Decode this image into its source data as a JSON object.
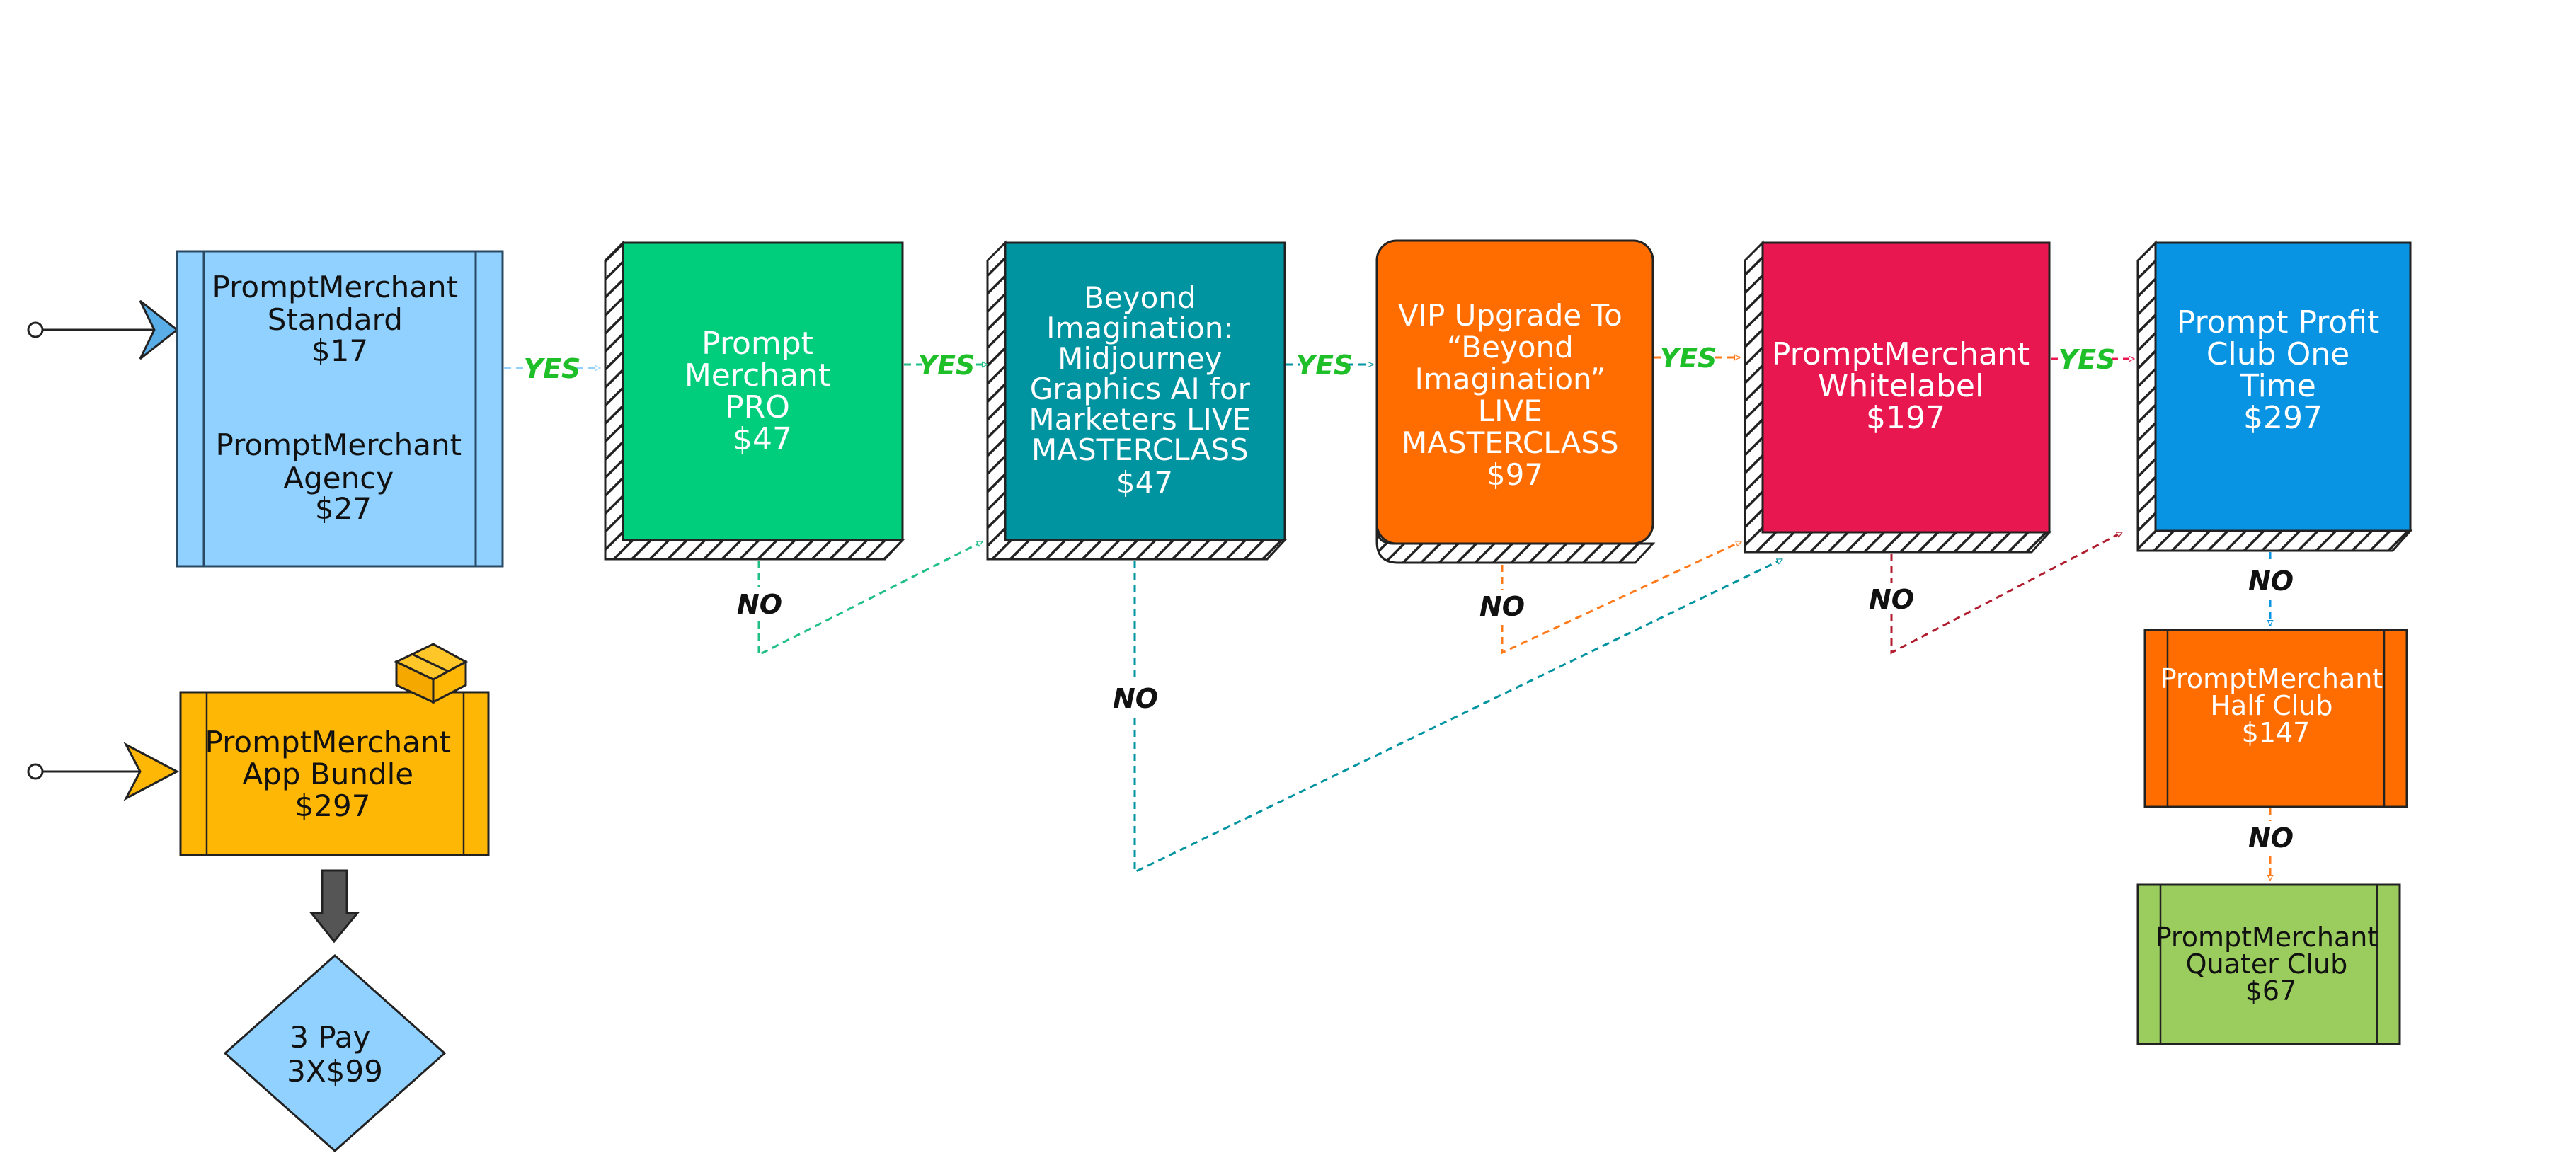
{
  "nodes": {
    "standard": {
      "lines": [
        "PromptMerchant",
        "Standard",
        "$17"
      ],
      "color": "#90d1ff",
      "text_color": "#111111"
    },
    "agency": {
      "lines": [
        "PromptMerchant",
        "Agency",
        "$27"
      ],
      "text_color": "#111111"
    },
    "pro": {
      "lines": [
        "Prompt",
        "Merchant",
        "PRO",
        "$47"
      ],
      "color": "#00ce7c",
      "text_color": "#ffffff"
    },
    "beyond": {
      "lines": [
        "Beyond",
        "Imagination:",
        "Midjourney",
        "Graphics AI for",
        "Marketers LIVE",
        "MASTERCLASS",
        "$47"
      ],
      "color": "#0093a0",
      "text_color": "#ffffff"
    },
    "vip": {
      "lines": [
        "VIP Upgrade To",
        "“Beyond",
        "Imagination”",
        "LIVE",
        "MASTERCLASS",
        "$97"
      ],
      "color": "#ff6d00",
      "text_color": "#ffffff"
    },
    "whitelabel": {
      "lines": [
        "PromptMerchant",
        "Whitelabel",
        "$197"
      ],
      "color": "#e8174f",
      "text_color": "#ffffff"
    },
    "profit_club": {
      "lines": [
        "Prompt Profit",
        "Club One",
        "Time",
        "$297"
      ],
      "color": "#0894e2",
      "text_color": "#ffffff"
    },
    "half_club": {
      "lines": [
        "PromptMerchant",
        "Half Club",
        "$147"
      ],
      "color": "#ff6d00",
      "text_color": "#ffffff"
    },
    "quarter_club": {
      "lines": [
        "PromptMerchant",
        "Quater Club",
        "$67"
      ],
      "color": "#9bcc5e",
      "text_color": "#111111"
    },
    "app_bundle": {
      "lines": [
        "PromptMerchant",
        "App Bundle",
        "$297"
      ],
      "color": "#ffb705",
      "text_color": "#111111"
    },
    "three_pay": {
      "lines": [
        "3 Pay",
        "3X$99"
      ],
      "color": "#90d1ff",
      "text_color": "#111111"
    }
  },
  "labels": {
    "yes": "YES",
    "no": "NO"
  },
  "colors": {
    "yes_label": "#1fbf2a",
    "no_label": "#111111",
    "edge_standard": "#90d1ff",
    "edge_pro": "#1fbf86",
    "edge_beyond": "#0093a0",
    "edge_vip": "#ff7a1a",
    "edge_whitelabel": "#b01c2e",
    "edge_profit": "#0894e2",
    "edge_half": "#ff7a1a",
    "edge_whitelabel_yes": "#e8174f",
    "arrow_entry_standard": "#5aaee8",
    "arrow_entry_bundle": "#ffb705",
    "arrow_down": "#555555",
    "hatch": "#222222"
  },
  "icons": [
    "package-icon",
    "entry-arrow-icon",
    "down-arrow-icon"
  ]
}
